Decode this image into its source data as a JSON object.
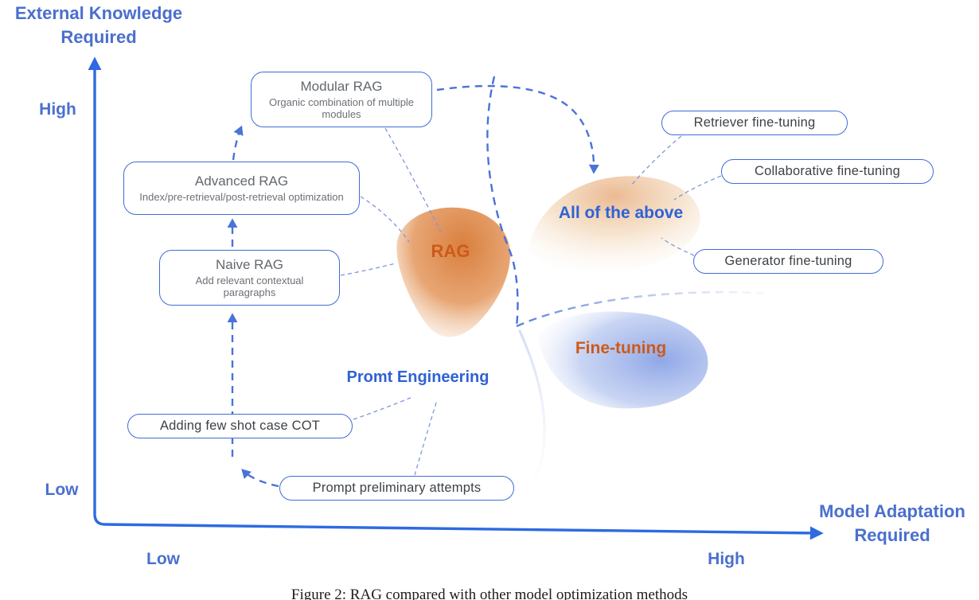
{
  "figure": {
    "caption": "Figure 2: RAG compared with other model optimization methods",
    "axes": {
      "y_title_line1": "External Knowledge",
      "y_title_line2": "Required",
      "y_high": "High",
      "y_low": "Low",
      "x_title_line1": "Model Adaptation",
      "x_title_line2": "Required",
      "x_low": "Low",
      "x_high": "High"
    },
    "regions": {
      "rag": {
        "label": "RAG",
        "color": "#cc5a1a"
      },
      "all_of_the_above": {
        "label": "All of the above",
        "color": "#2f62d4"
      },
      "fine_tuning": {
        "label": "Fine-tuning",
        "color": "#cc5a1a"
      },
      "prompt_engineering": {
        "label": "Promt Engineering",
        "color": "#2f62d4"
      }
    },
    "boxes": {
      "modular_rag": {
        "title": "Modular RAG",
        "subtitle": "Organic combination of multiple modules"
      },
      "advanced_rag": {
        "title": "Advanced RAG",
        "subtitle": "Index/pre-retrieval/post-retrieval optimization"
      },
      "naive_rag": {
        "title": "Naive RAG",
        "subtitle": "Add relevant contextual paragraphs"
      },
      "retriever_ft": {
        "label": "Retriever fine-tuning"
      },
      "collaborative_ft": {
        "label": "Collaborative fine-tuning"
      },
      "generator_ft": {
        "label": "Generator fine-tuning"
      },
      "few_shot_cot": {
        "label": "Adding few shot case COT"
      },
      "prompt_preliminary": {
        "label": "Prompt preliminary attempts"
      }
    },
    "colors": {
      "accent_blue": "#3f6cd6",
      "axis_blue": "#2e6ae2",
      "arrow_blue": "#4a73d8",
      "box_text_gray": "#5d6268",
      "orange_text": "#cc5a1a",
      "blob_orange": "#d97f3e",
      "blob_pale_orange": "#e9b286",
      "blob_blue": "#8aa3e6"
    }
  }
}
